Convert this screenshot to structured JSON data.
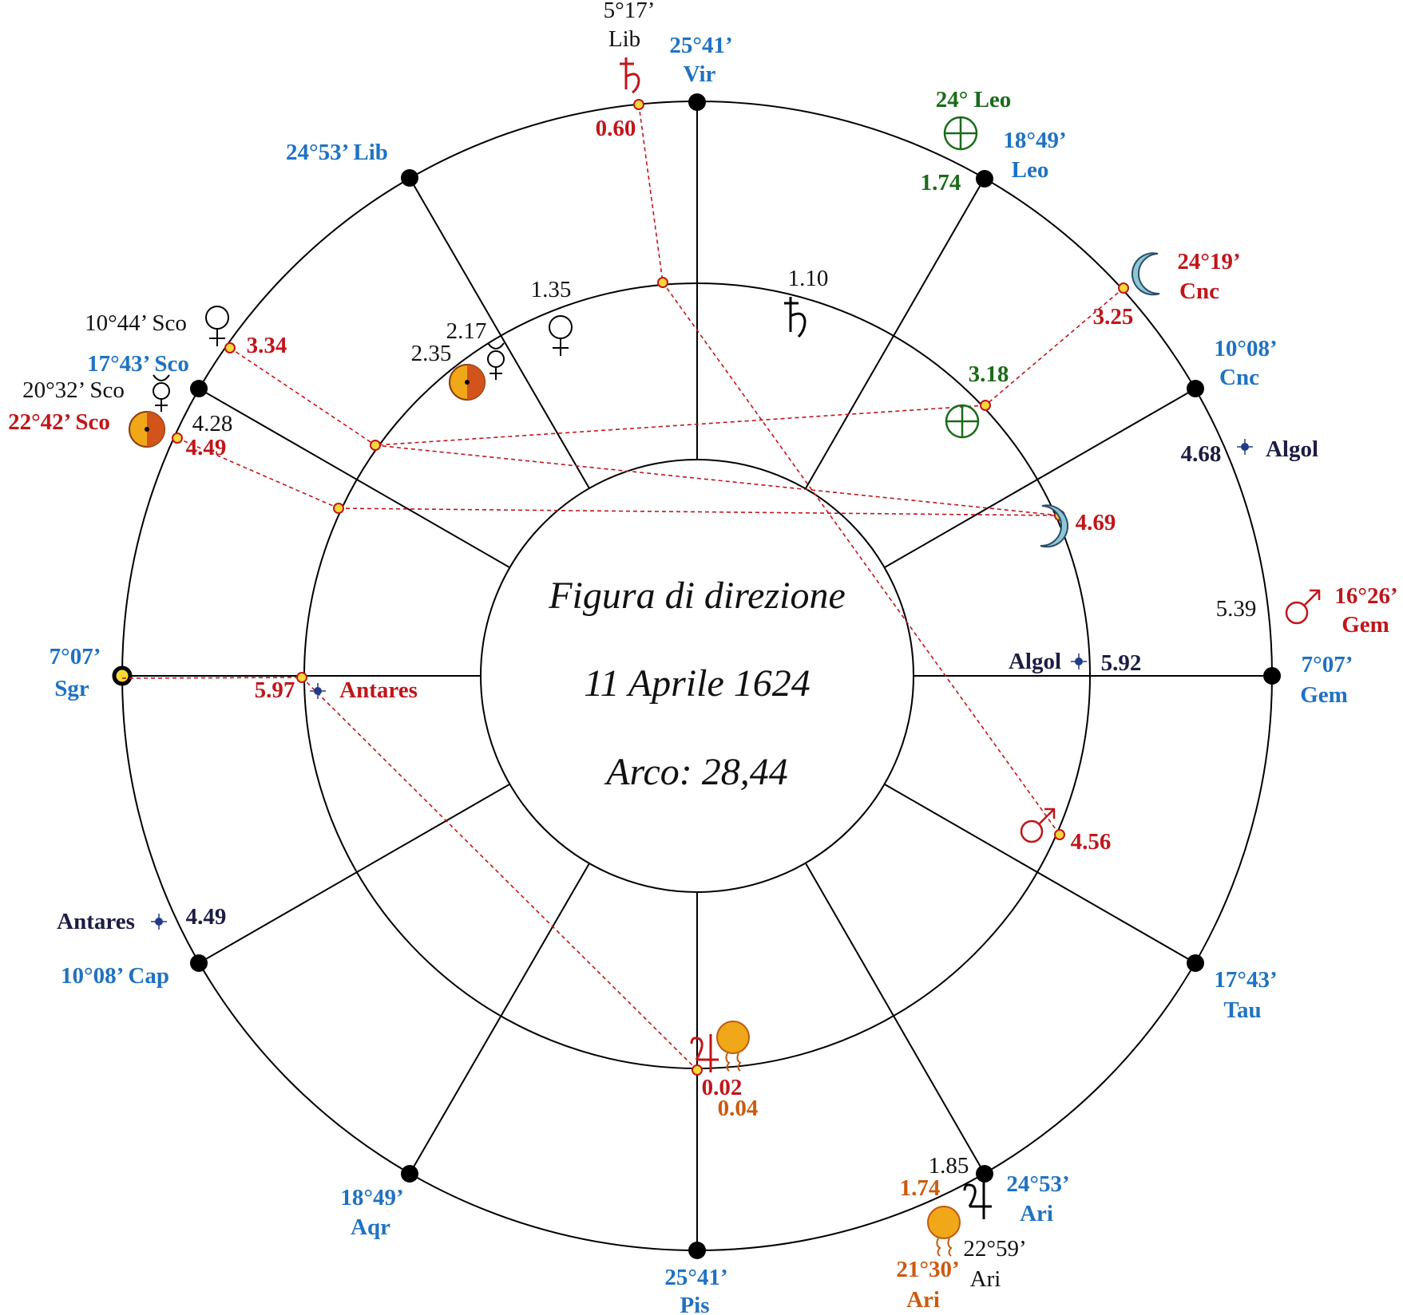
{
  "center": {
    "title": "Figura di direzione",
    "date": "11 Aprile 1624",
    "arc": "Arco: 28,44"
  },
  "colors": {
    "cusp": "#1f72c2",
    "primary": "#c0161a",
    "earth": "#1a6b1a",
    "star": "#1c1c44",
    "orange": "#cc5a10"
  },
  "cusps": {
    "mc_1": "25°41’",
    "mc_2": "Vir",
    "c11_1": "18°49’",
    "c11_2": "Leo",
    "c12_1": "10°08’",
    "c12_2": "Cnc",
    "asc_1": "7°07’",
    "asc_2": "Gem",
    "c2_1": "17°43’",
    "c2_2": "Tau",
    "c3_1": "24°53’",
    "c3_2": "Ari",
    "ic_1": "25°41’",
    "ic_2": "Pis",
    "c5_1": "18°49’",
    "c5_2": "Aqr",
    "c6": "10°08’ Cap",
    "dsc_1": "7°07’",
    "dsc_2": "Sgr",
    "c8": "17°43’ Sco",
    "c9": "24°53’ Lib"
  },
  "outer_labels": {
    "saturn_pos_1": "5°17’",
    "saturn_pos_2": "Lib",
    "saturn_val": "0.60",
    "fortune_pos": "24° Leo",
    "fortune_val": "1.74",
    "moon_pos_1": "24°19’",
    "moon_pos_2": "Cnc",
    "moon_val": "3.25",
    "algol_val": "4.68",
    "algol_name": "Algol",
    "mars_pos_1": "16°26’",
    "mars_pos_2": "Gem",
    "mars_val": "5.39",
    "jupiter_pos_1": "22°59’",
    "jupiter_pos_2": "Ari",
    "jupiter_val": "1.85",
    "sun_pos_1": "21°30’",
    "sun_pos_2": "Ari",
    "sun_val": "1.74",
    "antares_name": "Antares",
    "antares_val": "4.49",
    "venus_pos": "10°44’ Sco",
    "venus_val": "3.34",
    "mercury_pos": "20°32’ Sco",
    "sun2_pos": "22°42’ Sco",
    "sun2_val_a": "4.28",
    "sun2_val_b": "4.49"
  },
  "inner_labels": {
    "saturn_val": "1.10",
    "venus_val": "1.35",
    "mercury_val": "2.17",
    "sun_val": "2.35",
    "fortune_val": "3.18",
    "moon_val": "4.69",
    "algol_name": "Algol",
    "algol_val": "5.92",
    "mars_val": "4.56",
    "antares_name": "Antares",
    "antares_val": "5.97",
    "bottom_val_a": "0.02",
    "bottom_val_b": "0.04"
  },
  "glyph_names": [
    "saturn-icon",
    "fortune-icon",
    "moon-icon",
    "star-icon",
    "mars-icon",
    "jupiter-icon",
    "sun-icon",
    "venus-icon",
    "mercury-icon"
  ]
}
